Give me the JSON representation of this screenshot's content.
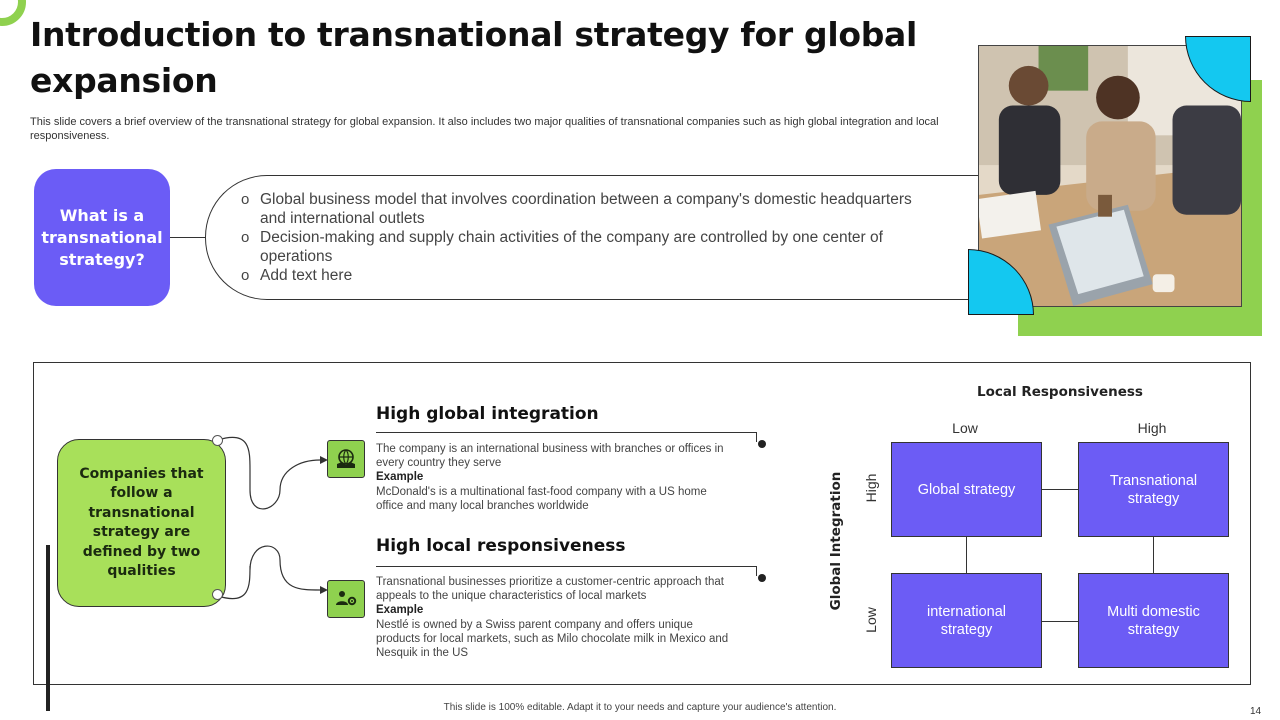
{
  "slide": {
    "title": "Introduction to transnational strategy for global expansion",
    "subtitle": "This slide covers a brief overview of the transnational strategy for global expansion. It also includes two major qualities of transnational companies such as high global integration and local responsiveness.",
    "page_number": "14",
    "footer": "This slide is 100% editable. Adapt it to your needs and capture your audience's attention."
  },
  "what_is": {
    "label": "What is a transnational strategy?",
    "bullets": [
      "Global business model that involves coordination between a company's domestic headquarters and international outlets",
      "Decision-making and supply chain activities of the company are controlled by one center of operations",
      "Add text here"
    ]
  },
  "qualities": {
    "label": "Companies that follow a transnational strategy are defined by two qualities",
    "items": [
      {
        "title": "High global integration",
        "icon": "global-handshake-icon",
        "description": "The company is an international business with branches or offices in every country they serve",
        "example_label": "Example",
        "example": "McDonald's is a multinational fast-food company with a US home office and many local branches worldwide"
      },
      {
        "title": "High local responsiveness",
        "icon": "people-gear-icon",
        "description": "Transnational businesses prioritize a customer-centric approach that appeals to the unique characteristics of local markets",
        "example_label": "Example",
        "example": "Nestlé is owned by a Swiss parent company and offers unique products for local markets, such as Milo chocolate milk in Mexico and Nesquik in the US"
      }
    ]
  },
  "matrix": {
    "x_title": "Local Responsiveness",
    "y_title": "Global Integration",
    "x_low": "Low",
    "x_high": "High",
    "y_high": "High",
    "y_low": "Low",
    "cells": {
      "top_left": "Global strategy",
      "top_right": "Transnational strategy",
      "bottom_left": "international strategy",
      "bottom_right": "Multi domestic strategy"
    }
  },
  "colors": {
    "accent_purple": "#6b5cf6",
    "accent_green": "#8fd14f",
    "accent_cyan": "#14c8f0"
  }
}
